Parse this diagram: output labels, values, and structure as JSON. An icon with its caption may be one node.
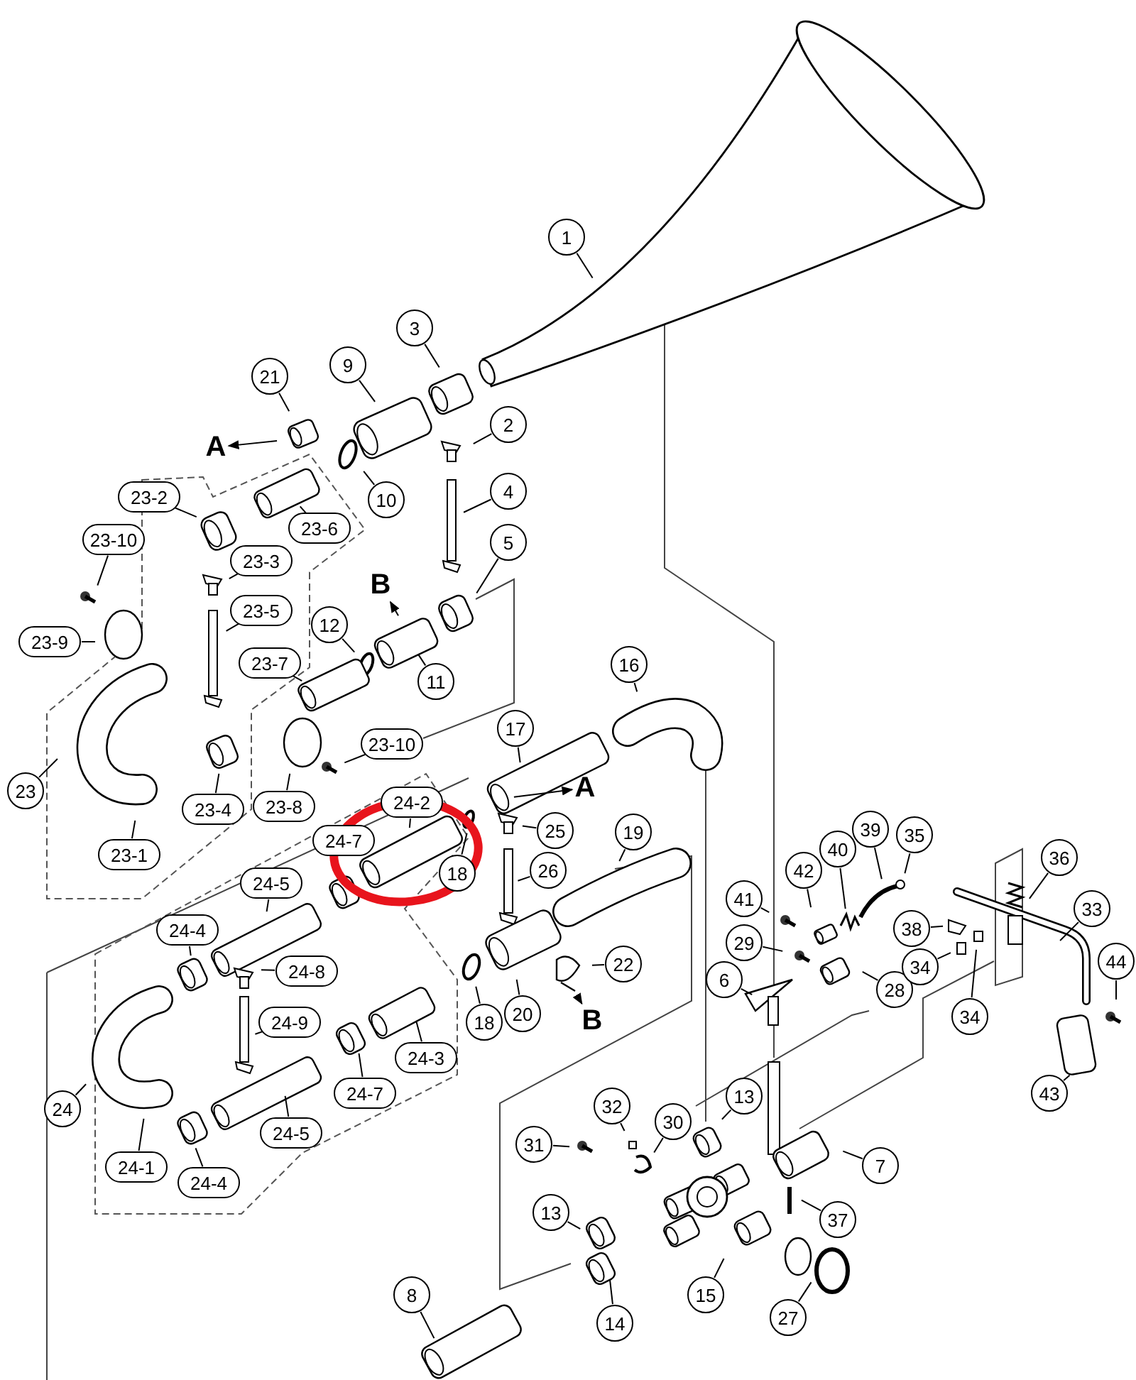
{
  "diagram": {
    "nodes": [
      {
        "text": [
          "1"
        ]
      },
      {
        "text": [
          "3"
        ]
      },
      {
        "text": [
          "9"
        ]
      },
      {
        "text": [
          "21"
        ]
      },
      {
        "text": [
          "2"
        ]
      },
      {
        "text": [
          "A"
        ]
      },
      {
        "text": [
          "10"
        ]
      },
      {
        "text": [
          "4"
        ]
      },
      {
        "text": [
          "23-2"
        ]
      },
      {
        "text": [
          "23-6"
        ]
      },
      {
        "text": [
          "23-10"
        ]
      },
      {
        "text": [
          "23-3"
        ]
      },
      {
        "text": [
          "5"
        ]
      },
      {
        "text": [
          "B"
        ]
      },
      {
        "text": [
          "23-5"
        ]
      },
      {
        "text": [
          "23-9"
        ]
      },
      {
        "text": [
          "12"
        ]
      },
      {
        "text": [
          "23-7"
        ]
      },
      {
        "text": [
          "11"
        ]
      },
      {
        "text": [
          "16"
        ]
      },
      {
        "text": [
          "23-10"
        ]
      },
      {
        "text": [
          "23"
        ]
      },
      {
        "text": [
          "17"
        ]
      },
      {
        "text": [
          "A"
        ]
      },
      {
        "text": [
          "23-4"
        ]
      },
      {
        "text": [
          "23-8"
        ]
      },
      {
        "text": [
          "23-1"
        ]
      },
      {
        "text": [
          "24-2"
        ]
      },
      {
        "text": [
          "24-7"
        ]
      },
      {
        "text": [
          "25"
        ]
      },
      {
        "text": [
          "18"
        ]
      },
      {
        "text": [
          "26"
        ]
      },
      {
        "text": [
          "19"
        ]
      },
      {
        "text": [
          "24-5"
        ]
      },
      {
        "text": [
          "41"
        ]
      },
      {
        "text": [
          "42"
        ]
      },
      {
        "text": [
          "40"
        ]
      },
      {
        "text": [
          "39"
        ]
      },
      {
        "text": [
          "35"
        ]
      },
      {
        "text": [
          "36"
        ]
      },
      {
        "text": [
          "33"
        ]
      },
      {
        "text": [
          "24-4"
        ]
      },
      {
        "text": [
          "24-8"
        ]
      },
      {
        "text": [
          "29"
        ]
      },
      {
        "text": [
          "28"
        ]
      },
      {
        "text": [
          "38"
        ]
      },
      {
        "text": [
          "34"
        ]
      },
      {
        "text": [
          "44"
        ]
      },
      {
        "text": [
          "22"
        ]
      },
      {
        "text": [
          "6"
        ]
      },
      {
        "text": [
          "34"
        ]
      },
      {
        "text": [
          "24-9"
        ]
      },
      {
        "text": [
          "20"
        ]
      },
      {
        "text": [
          "18"
        ]
      },
      {
        "text": [
          "B"
        ]
      },
      {
        "text": [
          "24-3"
        ]
      },
      {
        "text": [
          "24"
        ]
      },
      {
        "text": [
          "24-7"
        ]
      },
      {
        "text": [
          "43"
        ]
      },
      {
        "text": [
          "32"
        ]
      },
      {
        "text": [
          "13"
        ]
      },
      {
        "text": [
          "24-5"
        ]
      },
      {
        "text": [
          "30"
        ]
      },
      {
        "text": [
          "31"
        ]
      },
      {
        "text": [
          "7"
        ]
      },
      {
        "text": [
          "24-1"
        ]
      },
      {
        "text": [
          "24-4"
        ]
      },
      {
        "text": [
          "13"
        ]
      },
      {
        "text": [
          "37"
        ]
      },
      {
        "text": [
          "8"
        ]
      },
      {
        "text": [
          "15"
        ]
      },
      {
        "text": [
          "14"
        ]
      },
      {
        "text": [
          "27"
        ]
      }
    ],
    "edges": [
      {
        "from": 0,
        "to": null,
        "arrow": "none"
      },
      {
        "from": 1,
        "to": null,
        "arrow": "none"
      },
      {
        "from": 2,
        "to": null,
        "arrow": "none"
      },
      {
        "from": 3,
        "to": null,
        "arrow": "none"
      },
      {
        "from": 4,
        "to": null,
        "arrow": "none"
      },
      {
        "from": null,
        "to": 5,
        "arrow": "to"
      },
      {
        "from": 6,
        "to": null,
        "arrow": "none"
      },
      {
        "from": 7,
        "to": null,
        "arrow": "none"
      },
      {
        "from": 8,
        "to": null,
        "arrow": "none"
      },
      {
        "from": 9,
        "to": null,
        "arrow": "none"
      },
      {
        "from": 10,
        "to": null,
        "arrow": "none"
      },
      {
        "from": 11,
        "to": null,
        "arrow": "none"
      },
      {
        "from": 12,
        "to": null,
        "arrow": "none"
      },
      {
        "from": null,
        "to": 13,
        "arrow": "to"
      },
      {
        "from": 14,
        "to": null,
        "arrow": "none"
      },
      {
        "from": 15,
        "to": null,
        "arrow": "none"
      },
      {
        "from": 16,
        "to": null,
        "arrow": "none"
      },
      {
        "from": 17,
        "to": null,
        "arrow": "none"
      },
      {
        "from": 18,
        "to": null,
        "arrow": "none"
      },
      {
        "from": 19,
        "to": null,
        "arrow": "none"
      },
      {
        "from": 20,
        "to": null,
        "arrow": "none"
      },
      {
        "from": 21,
        "to": null,
        "arrow": "none"
      },
      {
        "from": 22,
        "to": null,
        "arrow": "none"
      },
      {
        "from": null,
        "to": 23,
        "arrow": "to"
      },
      {
        "from": 24,
        "to": null,
        "arrow": "none"
      },
      {
        "from": 25,
        "to": null,
        "arrow": "none"
      },
      {
        "from": 26,
        "to": null,
        "arrow": "none"
      },
      {
        "from": 27,
        "to": null,
        "arrow": "none"
      },
      {
        "from": 29,
        "to": null,
        "arrow": "none"
      },
      {
        "from": 30,
        "to": null,
        "arrow": "none"
      },
      {
        "from": 31,
        "to": null,
        "arrow": "none"
      },
      {
        "from": 32,
        "to": null,
        "arrow": "none"
      },
      {
        "from": 33,
        "to": null,
        "arrow": "none"
      },
      {
        "from": 34,
        "to": null,
        "arrow": "none"
      },
      {
        "from": 35,
        "to": null,
        "arrow": "none"
      },
      {
        "from": 36,
        "to": null,
        "arrow": "none"
      },
      {
        "from": 37,
        "to": null,
        "arrow": "none"
      },
      {
        "from": 38,
        "to": null,
        "arrow": "none"
      },
      {
        "from": 39,
        "to": null,
        "arrow": "none"
      },
      {
        "from": 40,
        "to": null,
        "arrow": "none"
      },
      {
        "from": 41,
        "to": null,
        "arrow": "none"
      },
      {
        "from": 42,
        "to": null,
        "arrow": "none"
      },
      {
        "from": 43,
        "to": null,
        "arrow": "none"
      },
      {
        "from": 44,
        "to": null,
        "arrow": "none"
      },
      {
        "from": 45,
        "to": null,
        "arrow": "none"
      },
      {
        "from": 46,
        "to": null,
        "arrow": "none"
      },
      {
        "from": 47,
        "to": null,
        "arrow": "none"
      },
      {
        "from": 48,
        "to": null,
        "arrow": "none"
      },
      {
        "from": 49,
        "to": null,
        "arrow": "none"
      },
      {
        "from": 50,
        "to": null,
        "arrow": "none"
      },
      {
        "from": 51,
        "to": null,
        "arrow": "none"
      },
      {
        "from": 52,
        "to": null,
        "arrow": "none"
      },
      {
        "from": 53,
        "to": null,
        "arrow": "none"
      },
      {
        "from": null,
        "to": 54,
        "arrow": "to"
      },
      {
        "from": 55,
        "to": null,
        "arrow": "none"
      },
      {
        "from": 56,
        "to": null,
        "arrow": "none"
      },
      {
        "from": 57,
        "to": null,
        "arrow": "none"
      },
      {
        "from": 58,
        "to": null,
        "arrow": "none"
      },
      {
        "from": 59,
        "to": null,
        "arrow": "none"
      },
      {
        "from": 60,
        "to": null,
        "arrow": "none"
      },
      {
        "from": 61,
        "to": null,
        "arrow": "none"
      },
      {
        "from": 62,
        "to": null,
        "arrow": "none"
      },
      {
        "from": 63,
        "to": null,
        "arrow": "none"
      },
      {
        "from": 64,
        "to": null,
        "arrow": "none"
      },
      {
        "from": 65,
        "to": null,
        "arrow": "none"
      },
      {
        "from": 66,
        "to": null,
        "arrow": "none"
      },
      {
        "from": 67,
        "to": null,
        "arrow": "none"
      },
      {
        "from": 68,
        "to": null,
        "arrow": "none"
      },
      {
        "from": 69,
        "to": null,
        "arrow": "none"
      },
      {
        "from": 70,
        "to": null,
        "arrow": "none"
      },
      {
        "from": 71,
        "to": null,
        "arrow": "none"
      },
      {
        "from": 72,
        "to": null,
        "arrow": "none"
      }
    ]
  }
}
